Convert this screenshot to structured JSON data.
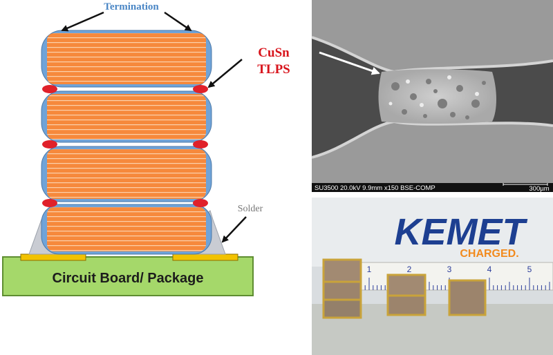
{
  "diagram": {
    "labels": {
      "termination": "Termination",
      "cusn_line1": "CuSn",
      "cusn_line2": "TLPS",
      "solder": "Solder",
      "board": "Circuit Board/ Package"
    }
  },
  "sem_micrograph": {
    "info_bar": "SU3500 20.0kV 9.9mm x150 BSE-COMP",
    "scale_label": "300µm"
  },
  "product_photo": {
    "logo_text": "KEMET",
    "logo_sub": "CHARGED.",
    "ruler_numbers": [
      "1",
      "2",
      "3",
      "4",
      "5"
    ]
  },
  "colors": {
    "capacitor_body": "#f6893c",
    "termination": "#6fa3d8",
    "tlps_joint": "#e0202a",
    "board": "#a5d86a",
    "pad": "#f2c200",
    "kemet_blue": "#1d3f91",
    "kemet_orange": "#f28a1d"
  }
}
